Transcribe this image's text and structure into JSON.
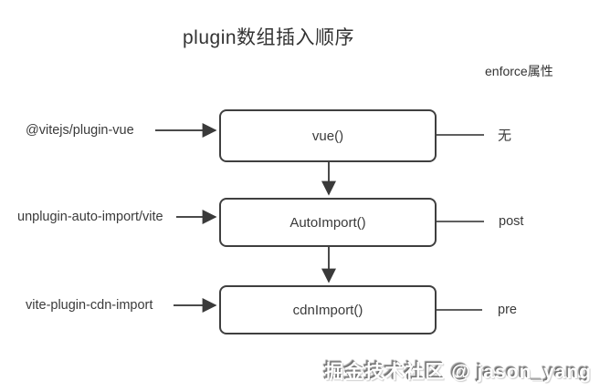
{
  "title": "plugin数组插入顺序",
  "column_header": "enforce属性",
  "rows": [
    {
      "source": "@vitejs/plugin-vue",
      "plugin_call": "vue()",
      "enforce": "无"
    },
    {
      "source": "unplugin-auto-import/vite",
      "plugin_call": "AutoImport()",
      "enforce": "post"
    },
    {
      "source": "vite-plugin-cdn-import",
      "plugin_call": "cdnImport()",
      "enforce": "pre"
    }
  ],
  "watermark": "掘金技术社区 @ jason_yang",
  "colors": {
    "background": "#ffffff",
    "box_border": "#3f3f3f",
    "arrow_line": "#4a4a4a",
    "right_line": "#5f5f5f",
    "text": "#333333"
  }
}
